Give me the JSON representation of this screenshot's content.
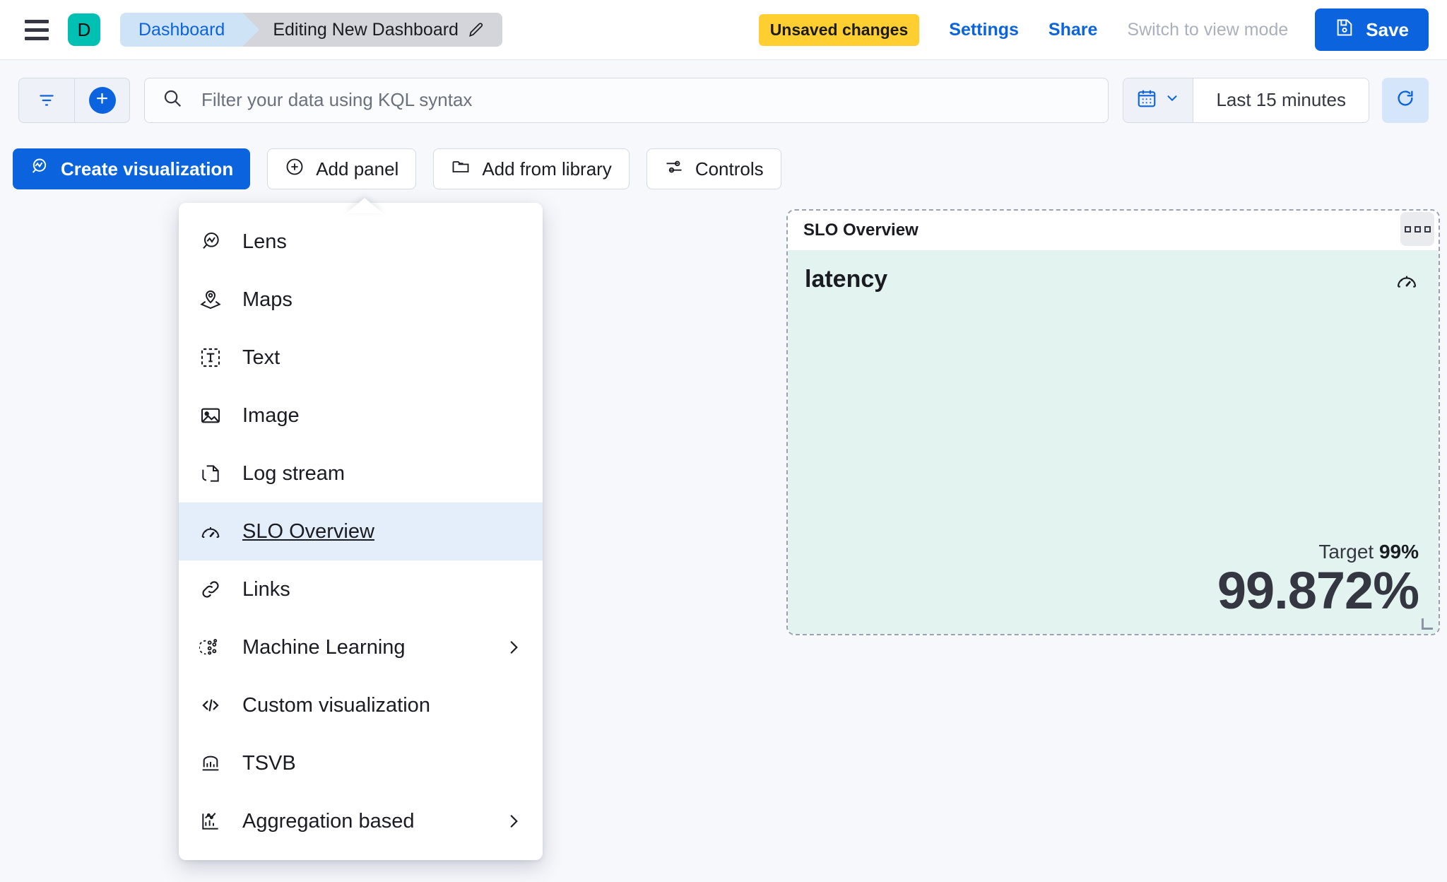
{
  "header": {
    "menu_icon": "hamburger-icon",
    "avatar_letter": "D",
    "breadcrumb_root": "Dashboard",
    "breadcrumb_current": "Editing New Dashboard",
    "edit_icon": "pencil-icon",
    "unsaved_badge": "Unsaved changes",
    "settings_link": "Settings",
    "share_link": "Share",
    "view_mode_link": "Switch to view mode",
    "save_label": "Save",
    "save_icon": "save-disk-icon"
  },
  "querybar": {
    "filter_icon": "filter-icon",
    "add_filter_icon": "plus-circle-icon",
    "search_icon": "search-icon",
    "search_placeholder": "Filter your data using KQL syntax",
    "search_value": "",
    "calendar_icon": "calendar-icon",
    "calendar_chevron": "chevron-down-icon",
    "time_range": "Last 15 minutes",
    "refresh_icon": "refresh-icon"
  },
  "toolbar": {
    "create_visualization": "Create visualization",
    "add_panel": "Add panel",
    "add_from_library": "Add from library",
    "controls": "Controls"
  },
  "menu": {
    "items": [
      {
        "label": "Lens",
        "icon": "lens-icon",
        "submenu": false,
        "active": false
      },
      {
        "label": "Maps",
        "icon": "map-pin-icon",
        "submenu": false,
        "active": false
      },
      {
        "label": "Text",
        "icon": "text-icon",
        "submenu": false,
        "active": false
      },
      {
        "label": "Image",
        "icon": "image-icon",
        "submenu": false,
        "active": false
      },
      {
        "label": "Log stream",
        "icon": "logs-icon",
        "submenu": false,
        "active": false
      },
      {
        "label": "SLO Overview",
        "icon": "gauge-icon",
        "submenu": false,
        "active": true
      },
      {
        "label": "Links",
        "icon": "link-icon",
        "submenu": false,
        "active": false
      },
      {
        "label": "Machine Learning",
        "icon": "ml-icon",
        "submenu": true,
        "active": false
      },
      {
        "label": "Custom visualization",
        "icon": "code-icon",
        "submenu": false,
        "active": false
      },
      {
        "label": "TSVB",
        "icon": "tsvb-icon",
        "submenu": false,
        "active": false
      },
      {
        "label": "Aggregation based",
        "icon": "agg-icon",
        "submenu": true,
        "active": false
      }
    ]
  },
  "panel": {
    "title": "SLO Overview",
    "context_menu_icon": "context-menu-icon",
    "slo_name": "latency",
    "gauge_icon": "gauge-icon",
    "target_label": "Target",
    "target_value": "99%",
    "current_value": "99.872%",
    "resize_handle": "resize-handle-icon"
  },
  "colors": {
    "accent_blue": "#0B64DD",
    "avatar_teal": "#00BFB3",
    "warning_yellow": "#FFCE30",
    "panel_body_mint": "#E3F3F0",
    "menu_active_blue": "#E4EEFA"
  }
}
